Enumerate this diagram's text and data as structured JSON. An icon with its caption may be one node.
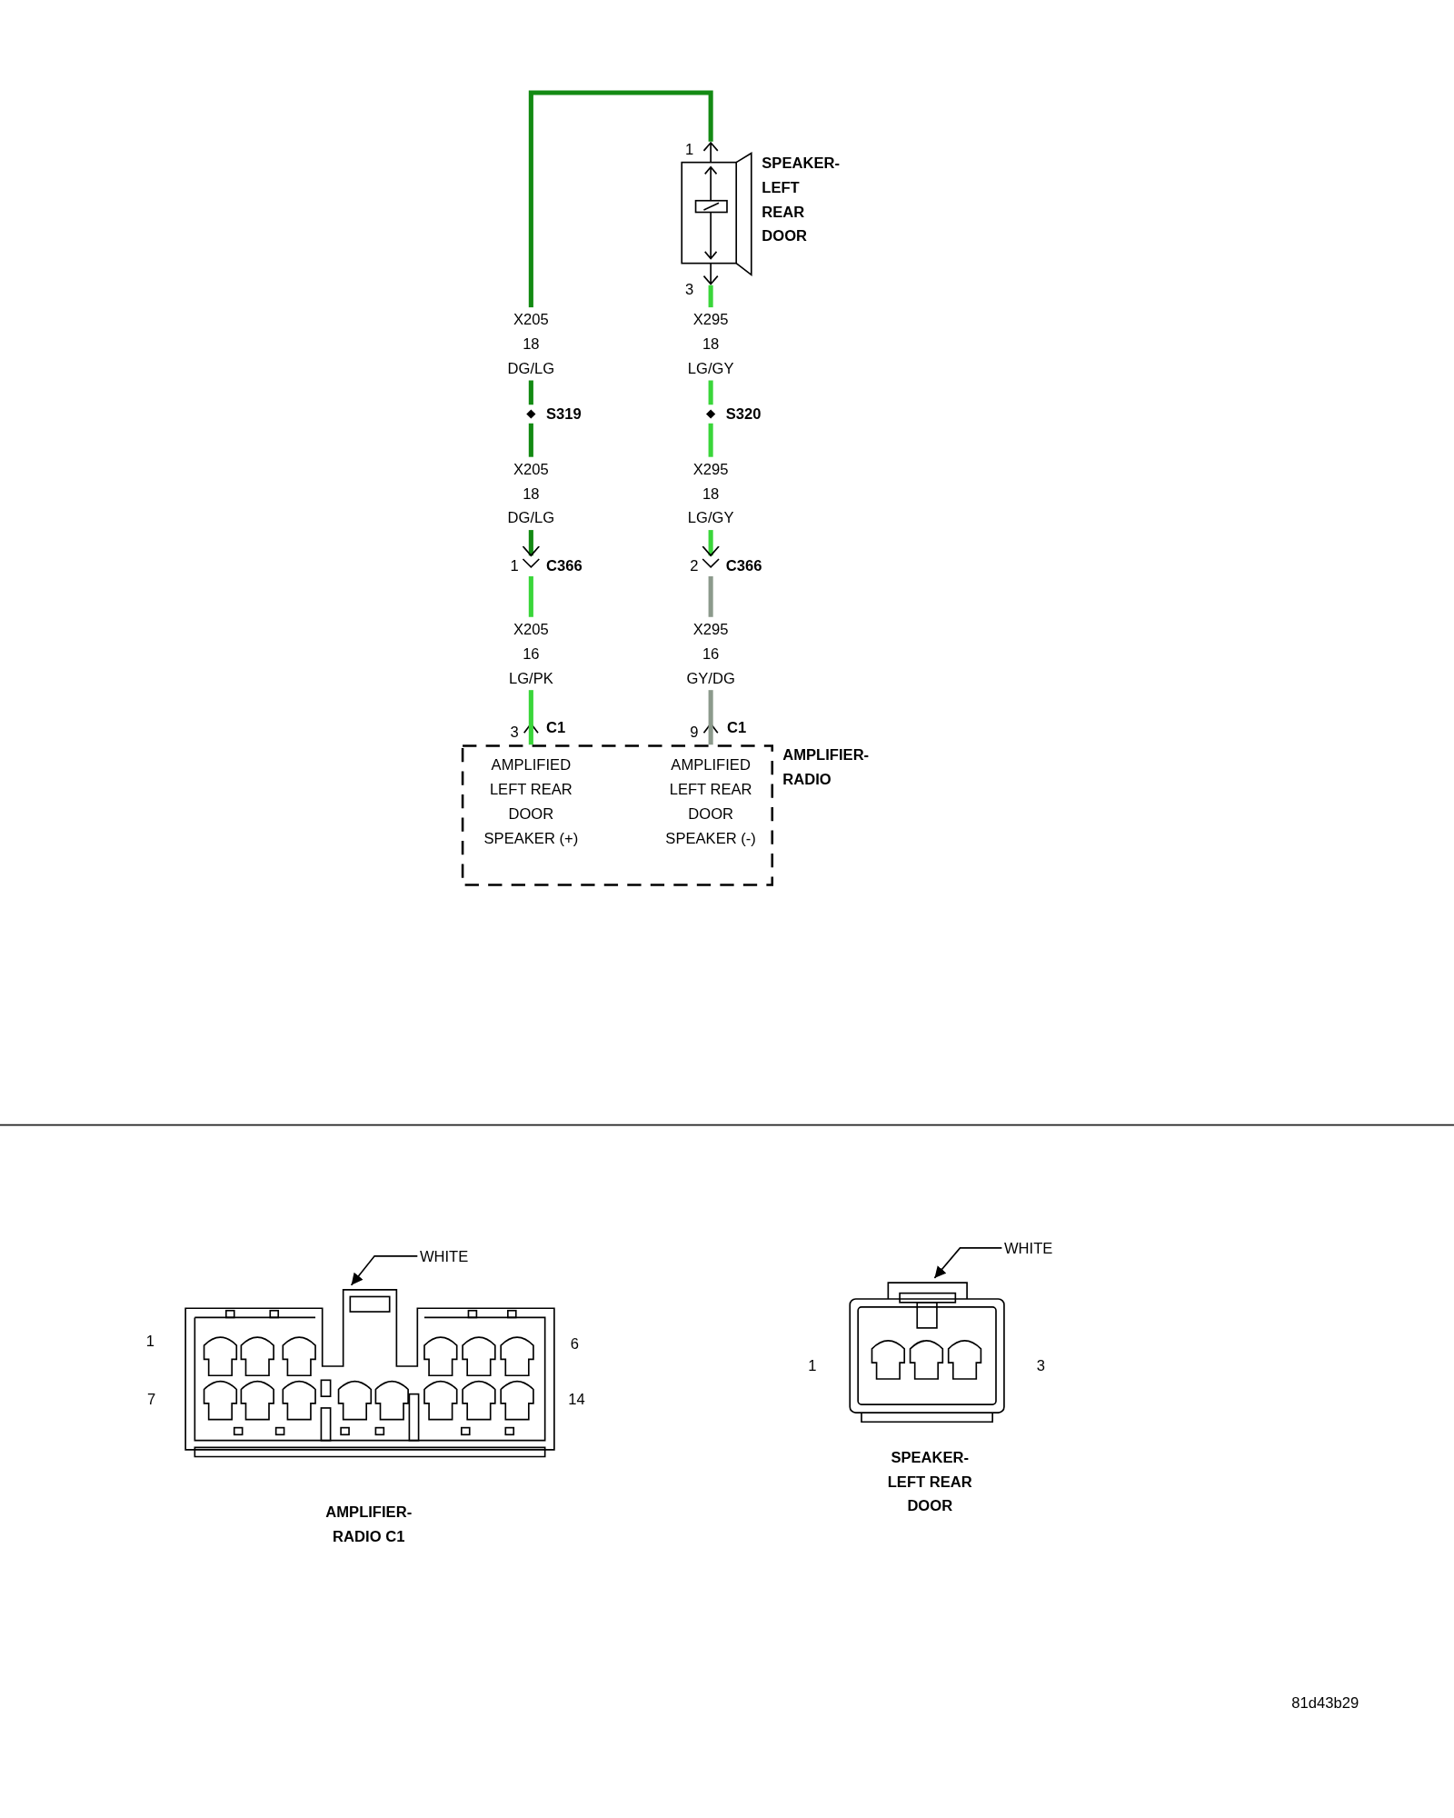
{
  "diagram": {
    "nodes": [
      {
        "text": [
          "SPEAKER- LEFT REAR DOOR"
        ],
        "beside": [
          "1",
          "3"
        ]
      },
      {
        "text": [
          "S319"
        ]
      },
      {
        "text": [
          "S320"
        ]
      },
      {
        "text": [
          "C366"
        ],
        "beside": [
          "1"
        ]
      },
      {
        "text": [
          "C366"
        ],
        "beside": [
          "2"
        ]
      },
      {
        "text": [
          "AMPLIFIED LEFT REAR DOOR SPEAKER (+)",
          "AMPLIFIED LEFT REAR DOOR SPEAKER (-)",
          "AMPLIFIER- RADIO"
        ],
        "beside": [
          "3",
          "C1",
          "9",
          "C1"
        ]
      },
      {
        "text": [],
        "shape": "picture",
        "beside": [
          "1",
          "6",
          "7",
          "14",
          "AMPLIFIER- RADIO C1"
        ]
      },
      {
        "text": [
          "WHITE"
        ]
      },
      {
        "text": [],
        "shape": "picture",
        "beside": [
          "1",
          "3",
          "SPEAKER- LEFT REAR DOOR"
        ]
      },
      {
        "text": [
          "WHITE"
        ]
      }
    ],
    "edges": [
      {
        "from": 0,
        "to": 1,
        "arrow": "none",
        "label": "X205 18 DG/LG",
        "color": "#138a13"
      },
      {
        "from": 1,
        "to": 3,
        "arrow": "to",
        "label": "X205 18 DG/LG",
        "color": "#138a13"
      },
      {
        "from": 3,
        "to": 5,
        "arrow": "none",
        "label": "X205 16 LG/PK",
        "color": "#3ad63a"
      },
      {
        "from": 0,
        "to": 2,
        "arrow": "none",
        "label": "X295 18 LG/GY",
        "color": "#3ad63a"
      },
      {
        "from": 2,
        "to": 4,
        "arrow": "to",
        "label": "X295 18 LG/GY",
        "color": "#3ad63a"
      },
      {
        "from": 4,
        "to": 5,
        "arrow": "none",
        "label": "X295 16 GY/DG",
        "color": "#8c9a8c"
      },
      {
        "from": 7,
        "to": 6,
        "arrow": "to",
        "color": "#000000"
      },
      {
        "from": 9,
        "to": 8,
        "arrow": "to",
        "color": "#000000"
      }
    ],
    "labels": [
      "81d43b29"
    ]
  }
}
